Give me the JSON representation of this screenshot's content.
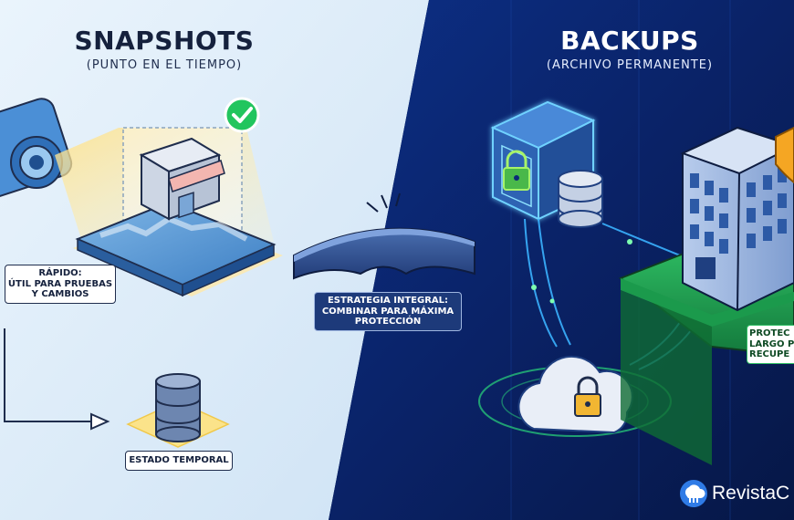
{
  "snapshots": {
    "title": "SNAPSHOTS",
    "subtitle": "(PUNTO EN EL TIEMPO)",
    "note_lines": [
      "RÁPIDO:",
      "ÚTIL PARA PRUEBAS",
      "Y CAMBIOS"
    ],
    "state_label": "ESTADO TEMPORAL"
  },
  "bridge": {
    "label_lines": [
      "ESTRATEGIA INTEGRAL:",
      "COMBINAR PARA MÁXIMA",
      "PROTECCIÓN"
    ]
  },
  "backups": {
    "title": "BACKUPS",
    "subtitle": "(ARCHIVO PERMANENTE)",
    "note_lines": [
      "PROTEC",
      "LARGO P",
      "RECUPE"
    ]
  },
  "brand": {
    "name": "RevistaC"
  },
  "colors": {
    "left_bg": "#dcecf9",
    "right_bg": "#0b2a78",
    "accent_green": "#22c55e",
    "accent_yellow": "#f5c542",
    "neon_blue": "#38bdf8"
  },
  "icons": [
    "camera-icon",
    "check-icon",
    "store-icon",
    "database-icon",
    "safe-icon",
    "padlock-icon",
    "building-icon",
    "shield-icon",
    "cloud-icon",
    "bridge-icon"
  ]
}
